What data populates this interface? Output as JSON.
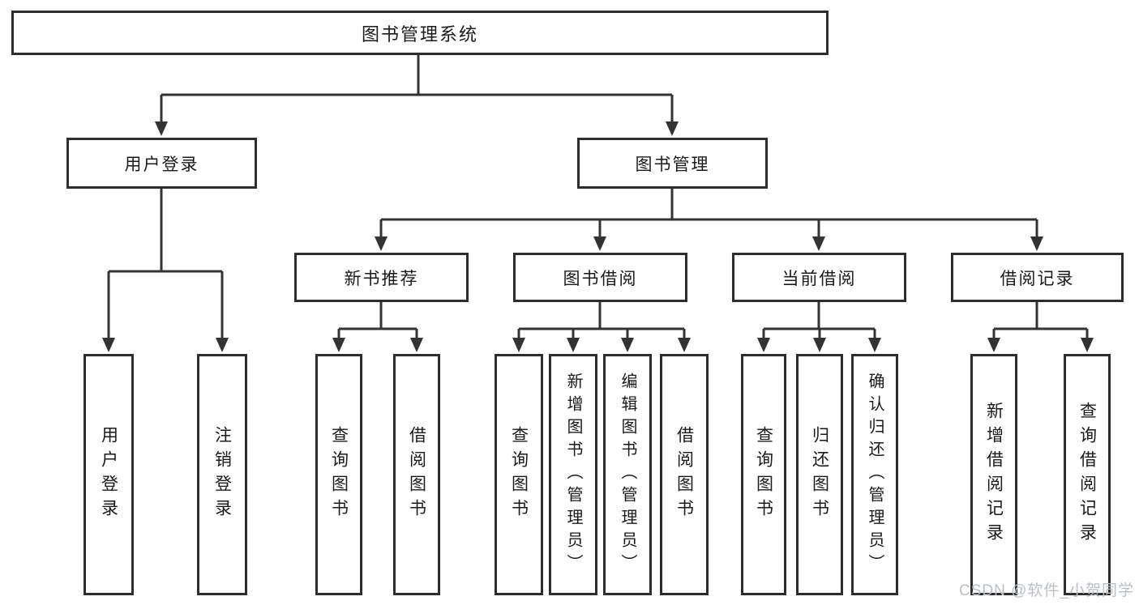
{
  "diagram": {
    "type": "function-structure-tree",
    "colors": {
      "background": "#ffffff",
      "line": "#333333",
      "box_border": "#2d2d2d",
      "text": "#1a1a1a",
      "watermark": "#b9bfc4"
    },
    "tree": {
      "label": "图书管理系统",
      "children": [
        {
          "label": "用户登录",
          "children": [
            {
              "label": "用户登录"
            },
            {
              "label": "注销登录"
            }
          ]
        },
        {
          "label": "图书管理",
          "children": [
            {
              "label": "新书推荐",
              "children": [
                {
                  "label": "查询图书"
                },
                {
                  "label": "借阅图书"
                }
              ]
            },
            {
              "label": "图书借阅",
              "children": [
                {
                  "label": "查询图书"
                },
                {
                  "label": "新增图书（管理员）"
                },
                {
                  "label": "编辑图书（管理员）"
                },
                {
                  "label": "借阅图书"
                }
              ]
            },
            {
              "label": "当前借阅",
              "children": [
                {
                  "label": "查询图书"
                },
                {
                  "label": "归还图书"
                },
                {
                  "label": "确认归还（管理员）"
                }
              ]
            },
            {
              "label": "借阅记录",
              "children": [
                {
                  "label": "新增借阅记录"
                },
                {
                  "label": "查询借阅记录"
                }
              ]
            }
          ]
        }
      ]
    },
    "watermark": "CSDN @软件_小贺同学"
  }
}
